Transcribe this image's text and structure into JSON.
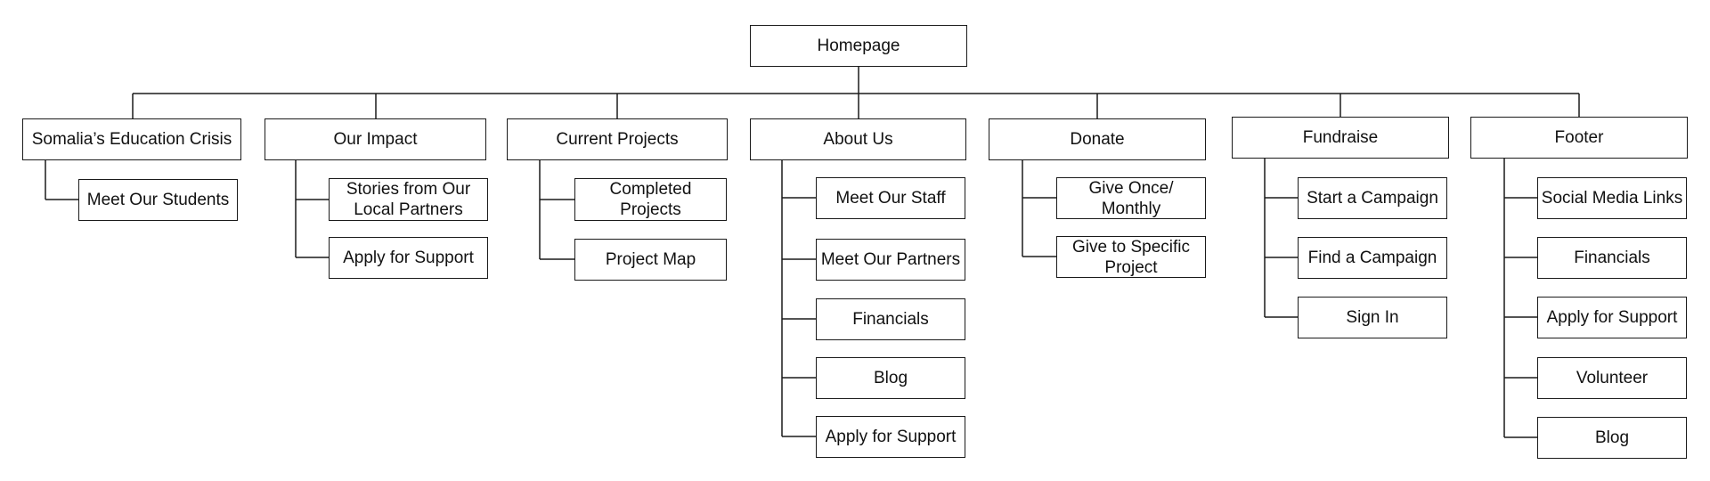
{
  "sitemap": {
    "root": {
      "label": "Homepage"
    },
    "sections": [
      {
        "label": "Somalia’s Education Crisis",
        "children": [
          "Meet Our Students"
        ]
      },
      {
        "label": "Our Impact",
        "children": [
          "Stories from Our Local Partners",
          "Apply for Support"
        ]
      },
      {
        "label": "Current Projects",
        "children": [
          "Completed Projects",
          "Project Map"
        ]
      },
      {
        "label": "About Us",
        "children": [
          "Meet Our Staff",
          "Meet Our Partners",
          "Financials",
          "Blog",
          "Apply for Support"
        ]
      },
      {
        "label": "Donate",
        "children": [
          "Give Once/ Monthly",
          "Give to Specific Project"
        ]
      },
      {
        "label": "Fundraise",
        "children": [
          "Start a Campaign",
          "Find a Campaign",
          "Sign In"
        ]
      },
      {
        "label": "Footer",
        "children": [
          "Social Media Links",
          "Financials",
          "Apply for Support",
          "Volunteer",
          "Blog"
        ]
      }
    ]
  }
}
